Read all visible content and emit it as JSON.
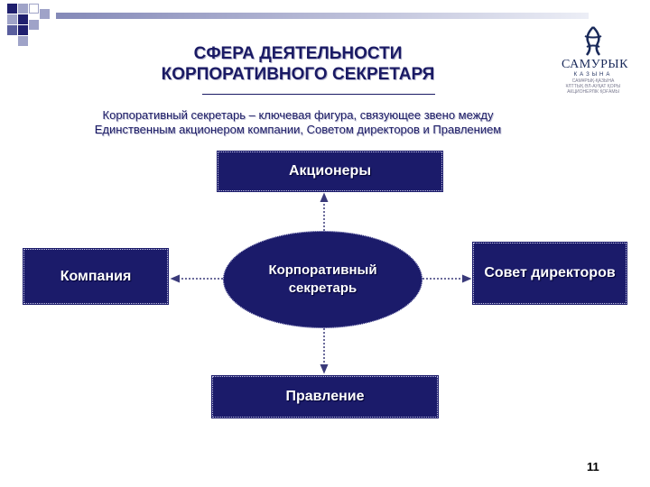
{
  "header": {
    "title_line1": "СФЕРА ДЕЯТЕЛЬНОСТИ",
    "title_line2": "КОРПОРАТИВНОГО СЕКРЕТАРЯ",
    "subtitle_line1": "Корпоративный секретарь – ключевая фигура, связующее звено между",
    "subtitle_line2": "Единственным акционером компании, Советом директоров и Правлением"
  },
  "logo": {
    "name": "САМУРЫК",
    "sub": "КАЗЫНА",
    "tagline_line1": "САМҰРЫҚ-ҚАЗЫНА",
    "tagline_line2": "ҰЛТТЫҚ ӘЛ-АУҚАТ ҚОРЫ",
    "tagline_line3": "АКЦИОНЕРЛІК ҚОҒАМЫ"
  },
  "diagram": {
    "center_line1": "Корпоративный",
    "center_line2": "секретарь",
    "top_box": "Акционеры",
    "left_box": "Компания",
    "right_box": "Совет директоров",
    "bottom_box": "Правление"
  },
  "colors": {
    "box_fill": "#1b1b6a",
    "title_text": "#1a1a64",
    "connector": "#3a3a7a"
  },
  "footer": {
    "page_number": "11"
  }
}
